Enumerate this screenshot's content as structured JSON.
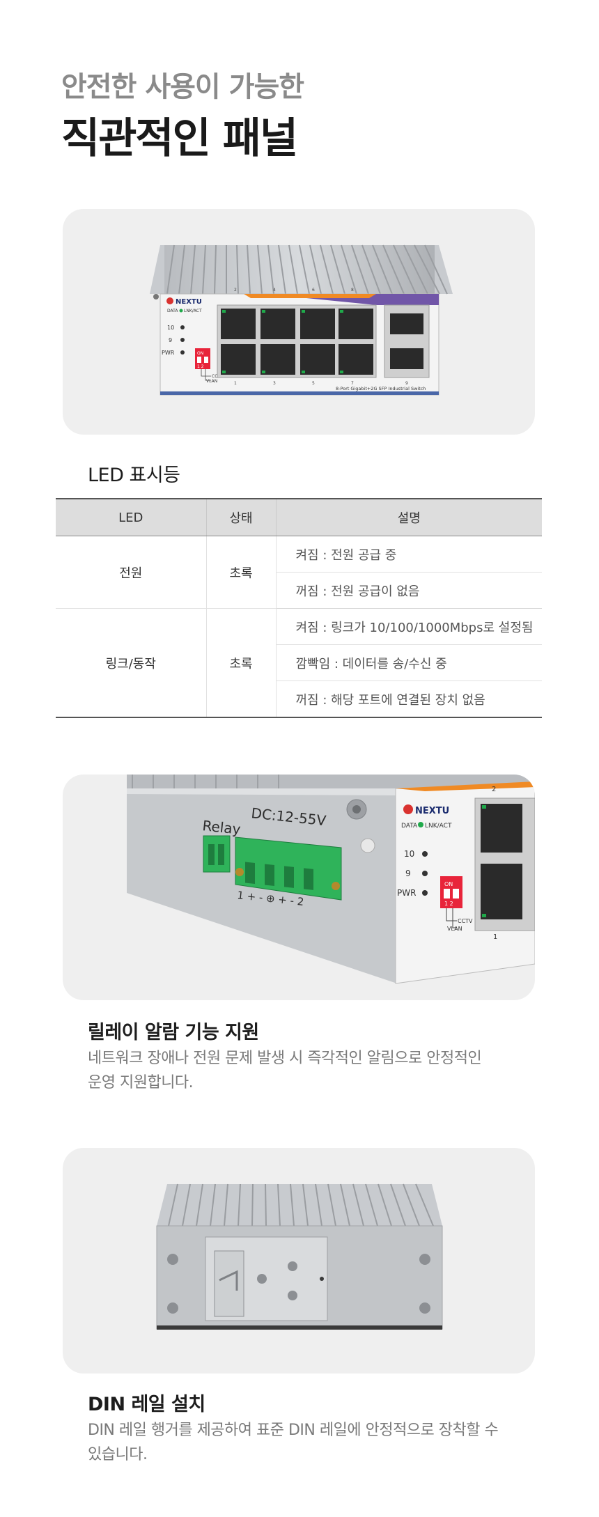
{
  "hero": {
    "subtitle": "안전한 사용이 가능한",
    "title": "직관적인 패널"
  },
  "device_front": {
    "brand": "NEXTU",
    "data_label": "DATA",
    "lnk_label": "LNK/ACT",
    "port_numbers_top": [
      "2",
      "4",
      "6",
      "8"
    ],
    "port_numbers_bottom": [
      "1",
      "3",
      "5",
      "7"
    ],
    "sfp_number": "9",
    "led_labels": [
      "10",
      "9",
      "PWR"
    ],
    "dip_on": "ON",
    "dip_nums": "1 2",
    "cctv_label": "CCTV",
    "vlan_label": "VLAN",
    "model_text": "8-Port Gigabit+2G SFP Industrial Switch"
  },
  "led_section": {
    "heading": "LED 표시등",
    "columns": [
      "LED",
      "상태",
      "설명"
    ],
    "power": {
      "led": "전원",
      "state": "초록",
      "desc": [
        "켜짐 : 전원 공급 중",
        "꺼짐 : 전원 공급이 없음"
      ]
    },
    "link": {
      "led": "링크/동작",
      "state": "초록",
      "desc": [
        "켜짐 : 링크가 10/100/1000Mbps로 설정됨",
        "깜빡임 : 데이터를 송/수신 중",
        "꺼짐 : 해당 포트에 연결된 장치 없음"
      ]
    }
  },
  "device_side": {
    "relay_label": "Relay",
    "dc_label": "DC:12-55V",
    "terminal_labels": "1 +  -  ⊕  +  -  2",
    "brand": "NEXTU",
    "data_label": "DATA",
    "lnk_label": "LNK/ACT",
    "port_number": "2",
    "port_number_bottom": "1",
    "led_labels": [
      "10",
      "9",
      "PWR"
    ],
    "dip_on": "ON",
    "dip_nums": "1 2",
    "cctv_label": "CCTV",
    "vlan_label": "VLAN"
  },
  "relay_section": {
    "heading": "릴레이 알람 기능 지원",
    "body": [
      "네트워크 장애나 전원 문제 발생 시 즉각적인 알림으로 안정적인",
      "운영 지원합니다."
    ]
  },
  "din_section": {
    "heading": "DIN 레일 설치",
    "body": [
      "DIN 레일 행거를 제공하여 표준 DIN 레일에 안정적으로 장착할 수",
      "있습니다."
    ]
  },
  "colors": {
    "accent_orange": "#f08a24",
    "accent_purple": "#6b4fa8",
    "led_green": "#1fa94a",
    "terminal_green": "#2fb35a",
    "dip_red": "#e8243a"
  }
}
